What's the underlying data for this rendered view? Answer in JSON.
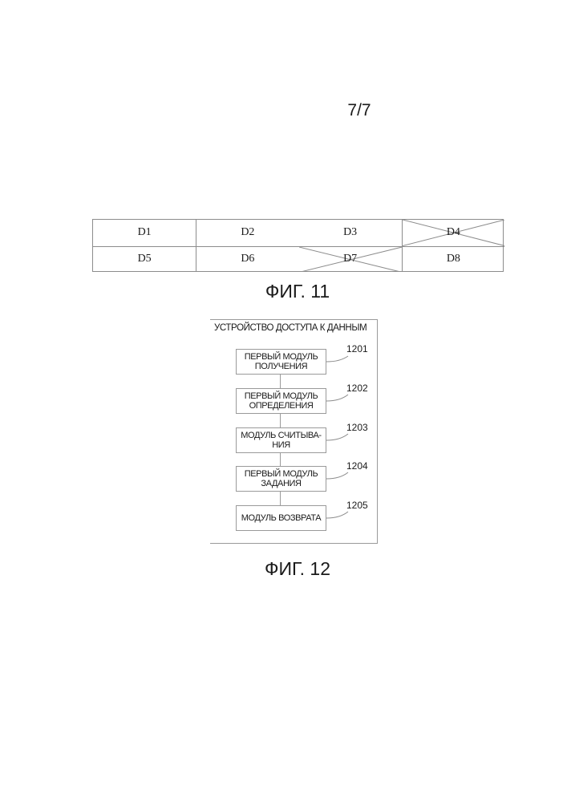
{
  "page": {
    "number": "7/7"
  },
  "fig11": {
    "caption": "ФИГ. 11",
    "rows": [
      [
        {
          "label": "D1",
          "crossed": false
        },
        {
          "label": "D2",
          "crossed": false
        },
        {
          "label": "D3",
          "crossed": false
        },
        {
          "label": "D4",
          "crossed": true
        }
      ],
      [
        {
          "label": "D5",
          "crossed": false
        },
        {
          "label": "D6",
          "crossed": false
        },
        {
          "label": "D7",
          "crossed": true
        },
        {
          "label": "D8",
          "crossed": false
        }
      ]
    ]
  },
  "fig12": {
    "caption": "ФИГ. 12",
    "device_title": "УСТРОЙСТВО ДОСТУПА К ДАННЫМ",
    "modules": [
      {
        "line1": "ПЕРВЫЙ МОДУЛЬ",
        "line2": "ПОЛУЧЕНИЯ",
        "ref": "1201"
      },
      {
        "line1": "ПЕРВЫЙ МОДУЛЬ",
        "line2": "ОПРЕДЕЛЕНИЯ",
        "ref": "1202"
      },
      {
        "line1": "МОДУЛЬ СЧИТЫВА-",
        "line2": "НИЯ",
        "ref": "1203"
      },
      {
        "line1": "ПЕРВЫЙ МОДУЛЬ",
        "line2": "ЗАДАНИЯ",
        "ref": "1204"
      },
      {
        "line1": "МОДУЛЬ ВОЗВРАТА",
        "line2": "",
        "ref": "1205"
      }
    ]
  }
}
